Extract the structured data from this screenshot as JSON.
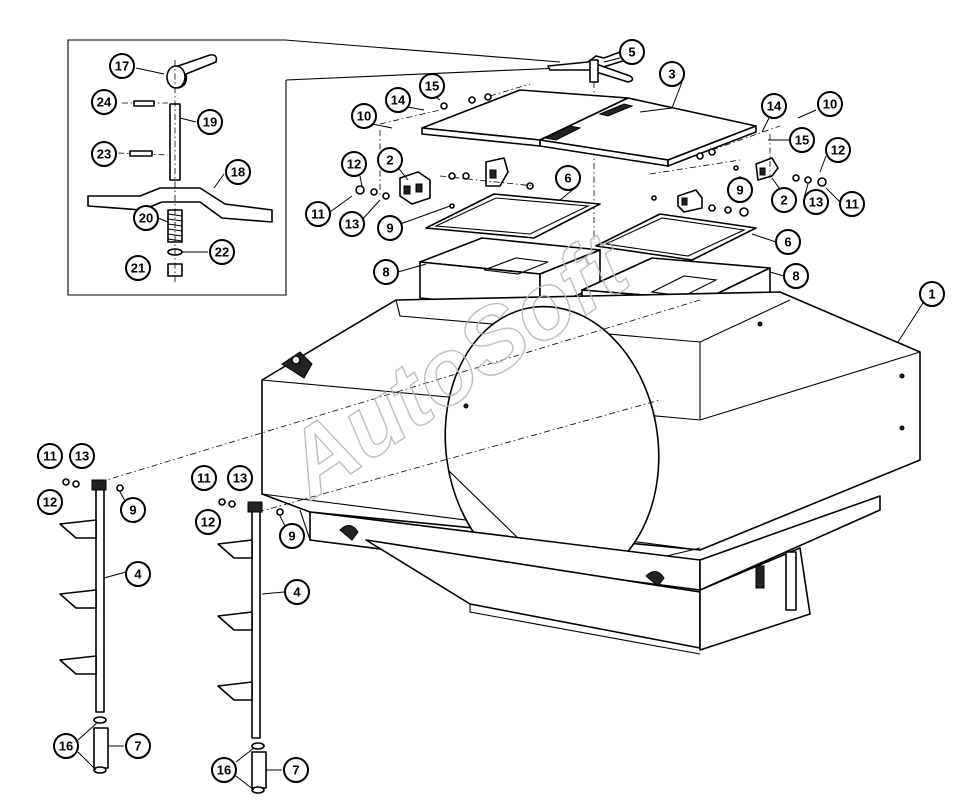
{
  "watermark": "AutoSoft",
  "callouts": {
    "c1": "1",
    "c2a": "2",
    "c2b": "2",
    "c3": "3",
    "c4a": "4",
    "c4b": "4",
    "c5": "5",
    "c6a": "6",
    "c6b": "6",
    "c7a": "7",
    "c7b": "7",
    "c8a": "8",
    "c8b": "8",
    "c9a": "9",
    "c9b": "9",
    "c9c": "9",
    "c9d": "9",
    "c10a": "10",
    "c10b": "10",
    "c11a": "11",
    "c11b": "11",
    "c11c": "11",
    "c11d": "11",
    "c12a": "12",
    "c12b": "12",
    "c12c": "12",
    "c12d": "12",
    "c13a": "13",
    "c13b": "13",
    "c13c": "13",
    "c13d": "13",
    "c14a": "14",
    "c14b": "14",
    "c15a": "15",
    "c15b": "15",
    "c16a": "16",
    "c16b": "16",
    "c17": "17",
    "c18": "18",
    "c19": "19",
    "c20": "20",
    "c21": "21",
    "c22": "22",
    "c23": "23",
    "c24": "24"
  }
}
